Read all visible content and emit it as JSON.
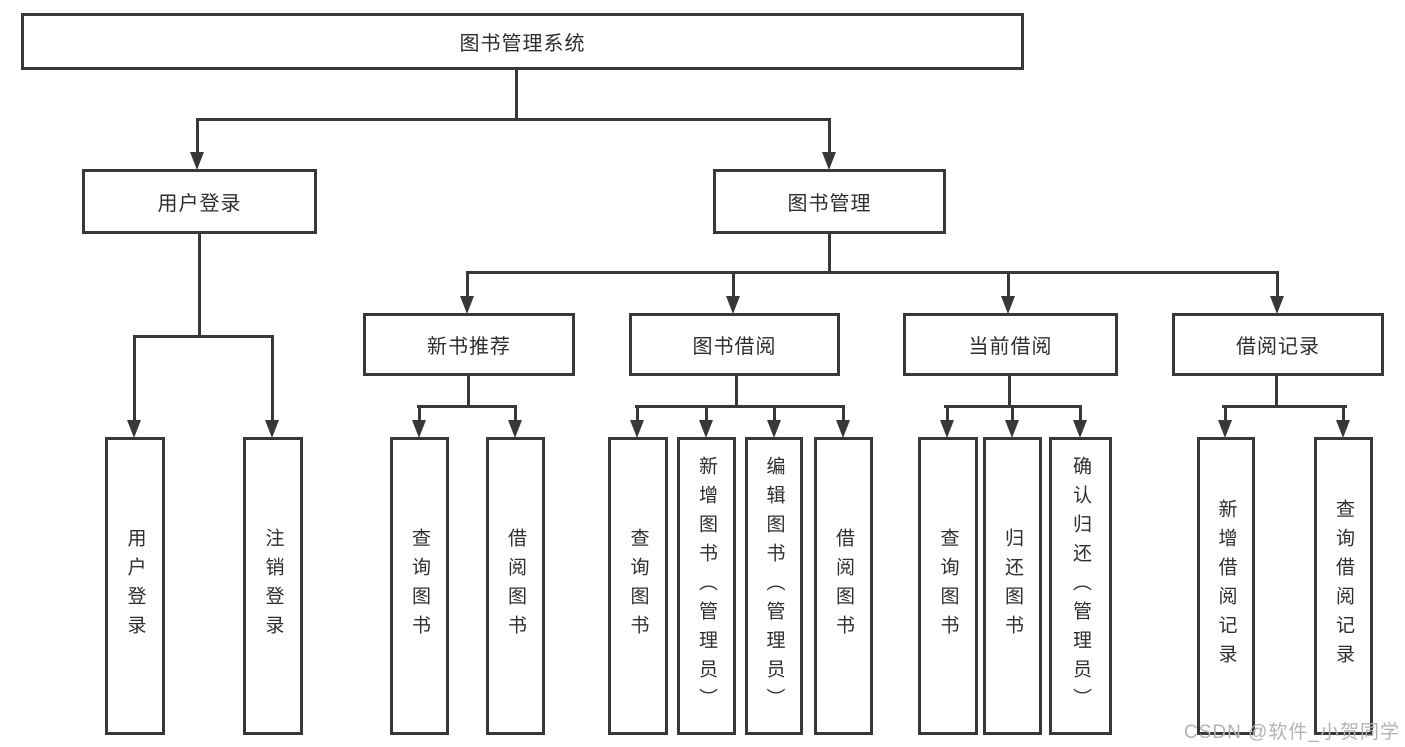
{
  "diagram": {
    "root": {
      "label": "图书管理系统"
    },
    "level1": [
      {
        "label": "用户登录"
      },
      {
        "label": "图书管理"
      }
    ],
    "level2": [
      {
        "label": "新书推荐",
        "parent": "图书管理"
      },
      {
        "label": "图书借阅",
        "parent": "图书管理"
      },
      {
        "label": "当前借阅",
        "parent": "图书管理"
      },
      {
        "label": "借阅记录",
        "parent": "图书管理"
      }
    ],
    "leaves": [
      {
        "label": "用户登录",
        "parent": "用户登录"
      },
      {
        "label": "注销登录",
        "parent": "用户登录"
      },
      {
        "label": "查询图书",
        "parent": "新书推荐"
      },
      {
        "label": "借阅图书",
        "parent": "新书推荐"
      },
      {
        "label": "查询图书",
        "parent": "图书借阅"
      },
      {
        "label": "新增图书（管理员）",
        "parent": "图书借阅"
      },
      {
        "label": "编辑图书（管理员）",
        "parent": "图书借阅"
      },
      {
        "label": "借阅图书",
        "parent": "图书借阅"
      },
      {
        "label": "查询图书",
        "parent": "当前借阅"
      },
      {
        "label": "归还图书",
        "parent": "当前借阅"
      },
      {
        "label": "确认归还（管理员）",
        "parent": "当前借阅"
      },
      {
        "label": "新增借阅记录",
        "parent": "借阅记录"
      },
      {
        "label": "查询借阅记录",
        "parent": "借阅记录"
      }
    ]
  },
  "watermark": {
    "text": "CSDN @软件_小贺同学"
  },
  "colors": {
    "line": "#383838",
    "text": "#2e2e2e",
    "watermark": "#b3b3b3",
    "background": "#ffffff"
  }
}
